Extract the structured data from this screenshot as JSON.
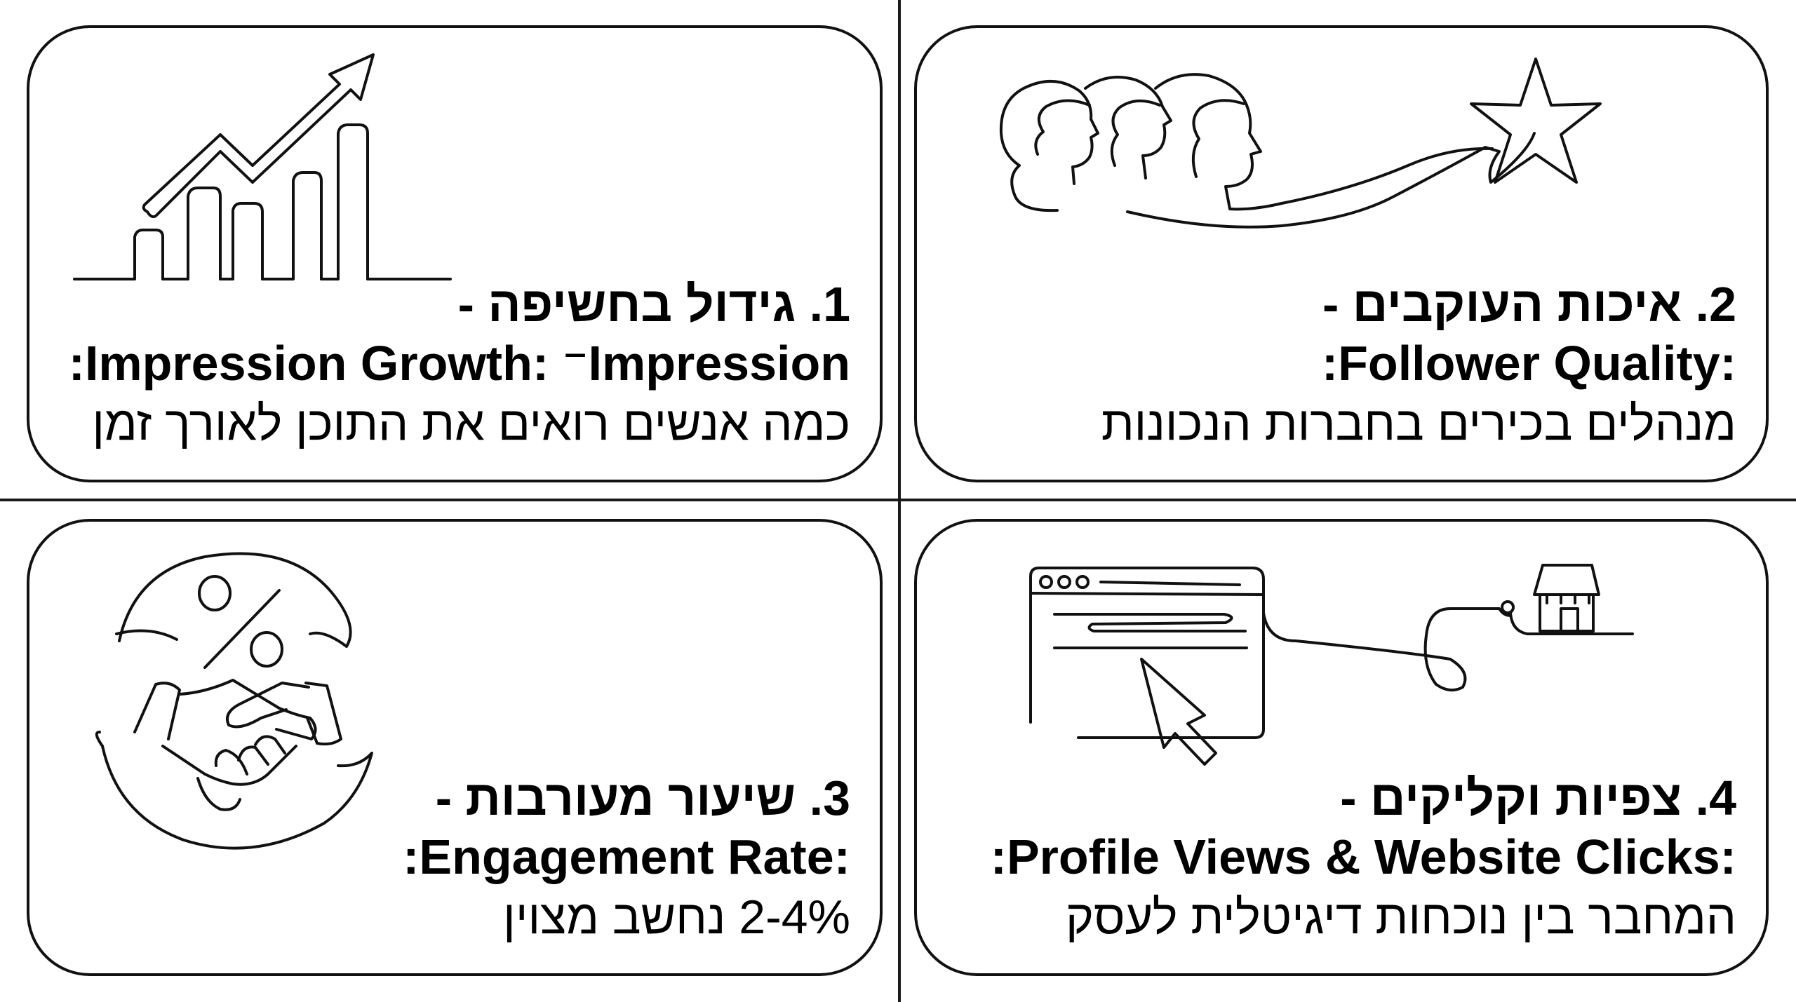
{
  "cards": [
    {
      "title": "1. גידול בחשיפה -",
      "subtitle": ":Impression Growth: ⁻Impression",
      "description": "כמה אנשים רואים את התוכן לאורך זמן",
      "icon": "growth-bar-chart-icon"
    },
    {
      "title": "2. איכות העוקבים -",
      "subtitle": ":Follower Quality:",
      "description": "מנהלים בכירים בחברות הנכונות",
      "icon": "people-star-icon"
    },
    {
      "title": "3. שיעור מעורבות -",
      "subtitle": ":Engagement Rate:",
      "description": "2-4% נחשב מצוין",
      "icon": "handshake-percent-icon"
    },
    {
      "title": "4. צפיות וקליקים -",
      "subtitle": ":Profile Views & Website Clicks:",
      "description": "המחבר בין נוכחות דיגיטלית לעסק",
      "icon": "browser-cursor-store-icon"
    }
  ]
}
